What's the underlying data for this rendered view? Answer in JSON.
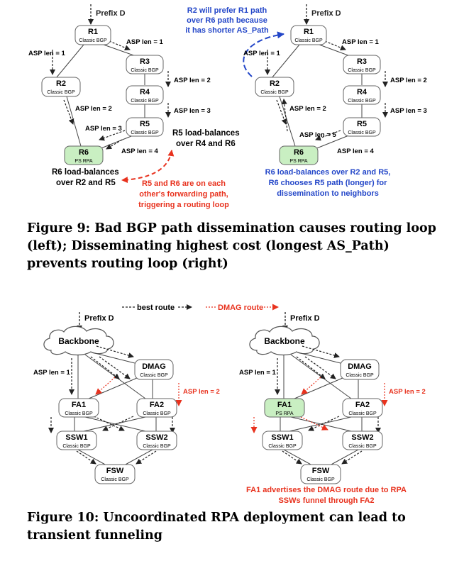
{
  "colors": {
    "black": "#222222",
    "red": "#e8321e",
    "blue": "#2346c8",
    "node_fill": "#ffffff",
    "rpa_fill": "#c9efc2",
    "node_stroke": "#666666"
  },
  "fig9": {
    "caption": "Figure 9: Bad BGP path dissemination causes routing loop (left); Disseminating highest cost (longest AS_Path) prevents routing loop (right)",
    "left": {
      "prefix": "Prefix D",
      "r1": "R1",
      "r2": "R2",
      "r3": "R3",
      "r4": "R4",
      "r5": "R5",
      "r6": "R6",
      "classic": "Classic BGP",
      "rpa": "PS RPA",
      "asp1_left": "ASP len = 1",
      "asp1_right": "ASP len = 1",
      "asp2_r2": "ASP len = 2",
      "asp2_r4": "ASP len = 2",
      "asp3_r5": "ASP len = 3",
      "asp3_r6": "ASP len = 3",
      "asp4": "ASP len = 4",
      "r5_note_1": "R5 load-balances",
      "r5_note_2": "over R4 and R6",
      "r6_note_1": "R6 load-balances",
      "r6_note_2": "over R2 and R5",
      "loop_note_1": "R5 and R6 are on each",
      "loop_note_2": "other's forwarding path,",
      "loop_note_3": "triggering a routing loop"
    },
    "right": {
      "prefix": "Prefix D",
      "r1": "R1",
      "r2": "R2",
      "r3": "R3",
      "r4": "R4",
      "r5": "R5",
      "r6": "R6",
      "classic": "Classic BGP",
      "rpa": "PS RPA",
      "asp1_left": "ASP len = 1",
      "asp1_right": "ASP len = 1",
      "asp2_r2": "ASP len = 2",
      "asp2_r4": "ASP len = 2",
      "asp3_r5": "ASP len = 3",
      "asp5_r6": "ASP len = 5",
      "asp4": "ASP len = 4",
      "top_note_1": "R2 will prefer R1 path",
      "top_note_2": "over R6 path because",
      "top_note_3": "it has shorter AS_Path",
      "bottom_note_1": "R6 load-balances over R2 and R5,",
      "bottom_note_2": "R6 chooses R5 path (longer) for",
      "bottom_note_3": "dissemination to neighbors"
    }
  },
  "fig10": {
    "caption": "Figure 10: Uncoordinated RPA deployment can lead to transient funneling",
    "legend_best": "best route",
    "legend_dmag": "DMAG route",
    "left": {
      "prefix": "Prefix D",
      "backbone": "Backbone",
      "dmag": "DMAG",
      "fa1": "FA1",
      "fa2": "FA2",
      "ssw1": "SSW1",
      "ssw2": "SSW2",
      "fsw": "FSW",
      "classic": "Classic BGP",
      "asp1": "ASP len = 1",
      "asp2": "ASP len = 2"
    },
    "right": {
      "prefix": "Prefix D",
      "backbone": "Backbone",
      "dmag": "DMAG",
      "fa1": "FA1",
      "fa2": "FA2",
      "ssw1": "SSW1",
      "ssw2": "SSW2",
      "fsw": "FSW",
      "classic": "Classic BGP",
      "rpa": "PS RPA",
      "asp1": "ASP len = 1",
      "asp2": "ASP len = 2",
      "note_1": "FA1 advertises the DMAG route due to RPA",
      "note_2": "SSWs funnel through FA2"
    }
  }
}
